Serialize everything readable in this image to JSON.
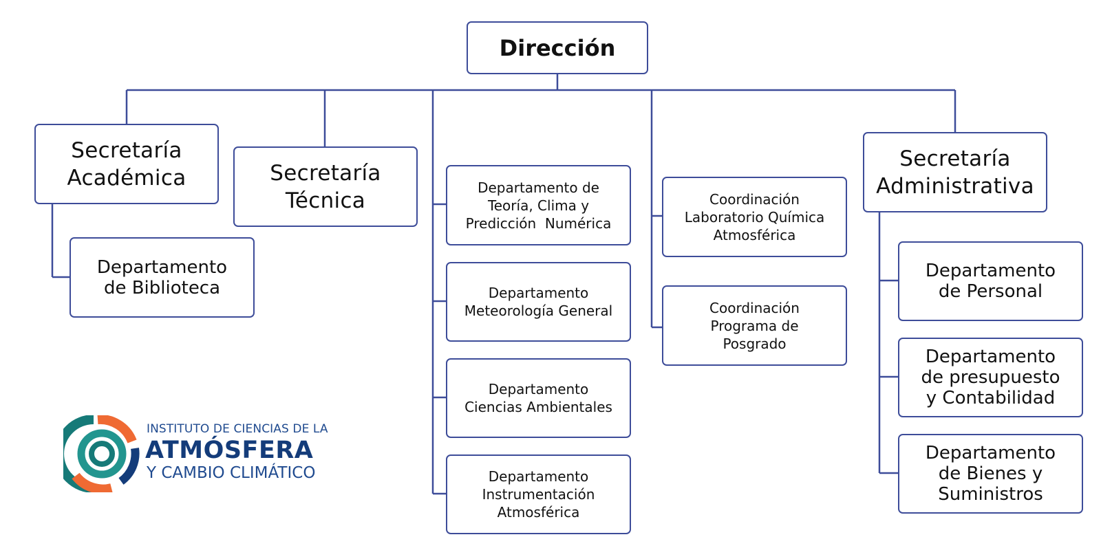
{
  "diagram": {
    "direccion": "Dirección",
    "secretaria_academica": [
      "Secretaría",
      "Académica"
    ],
    "secretaria_tecnica": [
      "Secretaría",
      "Técnica"
    ],
    "secretaria_administrativa": [
      "Secretaría",
      "Administrativa"
    ],
    "depto_biblioteca": [
      "Departamento",
      "de Biblioteca"
    ],
    "depto_teoria": [
      "Departamento de",
      "Teoría, Clima y",
      "Predicción  Numérica"
    ],
    "depto_meteorologia": [
      "Departamento",
      "Meteorología General"
    ],
    "depto_ciencias": [
      "Departamento",
      "Ciencias Ambientales"
    ],
    "depto_instrumentacion": [
      "Departamento",
      "Instrumentación",
      "Atmosférica"
    ],
    "coord_laboratorio": [
      "Coordinación",
      "Laboratorio Química",
      "Atmosférica"
    ],
    "coord_posgrado": [
      "Coordinación",
      "Programa de",
      "Posgrado"
    ],
    "depto_personal": [
      "Departamento",
      "de Personal"
    ],
    "depto_presupuesto": [
      "Departamento",
      "de presupuesto",
      "y Contabilidad"
    ],
    "depto_bienes": [
      "Departamento",
      "de Bienes y",
      "Suministros"
    ]
  },
  "logo": {
    "line1": "INSTITUTO DE CIENCIAS DE LA",
    "line2": "ATMÓSFERA",
    "line3": "Y CAMBIO CLIMÁTICO"
  },
  "colors": {
    "border": "#3d4c99",
    "logo_teal": "#167a78",
    "logo_orange": "#ef6a33",
    "logo_text": "#1f4a8f"
  }
}
